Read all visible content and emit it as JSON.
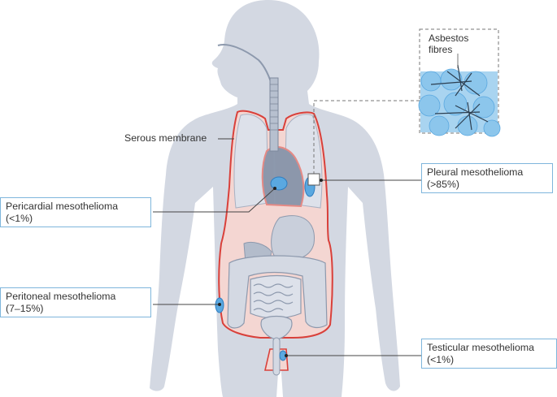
{
  "figure": {
    "type": "anatomical-diagram",
    "subject": "Sites of mesothelioma in the human body"
  },
  "labels": {
    "serous_membrane": "Serous membrane",
    "asbestos_line1": "Asbestos",
    "asbestos_line2": "fibres"
  },
  "callouts": [
    {
      "id": "pleural",
      "name": "Pleural mesothelioma",
      "frequency": "(>85%)"
    },
    {
      "id": "pericardial",
      "name": "Pericardial mesothelioma",
      "frequency": "(<1%)"
    },
    {
      "id": "peritoneal",
      "name": "Peritoneal mesothelioma",
      "frequency": "(7–15%)"
    },
    {
      "id": "testicular",
      "name": "Testicular mesothelioma",
      "frequency": "(<1%)"
    }
  ],
  "colors": {
    "body": "#d3d8e2",
    "membrane": "#d9403a",
    "membrane_fill": "#f4d6d2",
    "organ": "#c5ccd9",
    "organ_stroke": "#8d99ad",
    "tumour": "#5aa8e0",
    "callout_border": "#7fb6dc",
    "leader": "#444444"
  }
}
